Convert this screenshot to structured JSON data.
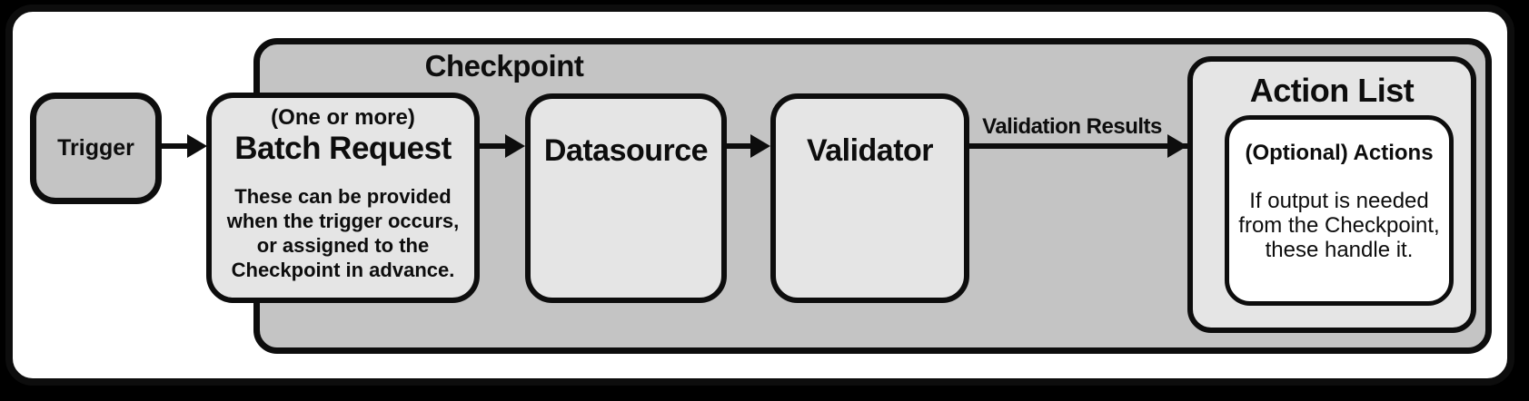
{
  "diagram": {
    "trigger": {
      "label": "Trigger"
    },
    "checkpoint": {
      "title": "Checkpoint",
      "batch_request": {
        "qualifier": "(One or more)",
        "title": "Batch Request",
        "note_lines": [
          "These can be provided",
          "when the trigger occurs,",
          "or assigned to the",
          "Checkpoint in advance."
        ]
      },
      "datasource": {
        "title": "Datasource"
      },
      "validator": {
        "title": "Validator"
      },
      "action_list": {
        "title": "Action List",
        "optional_actions": {
          "title": "(Optional) Actions",
          "note_lines": [
            "If output is needed",
            "from the Checkpoint,",
            "these handle it."
          ]
        }
      }
    },
    "edges": {
      "validator_to_action_list": {
        "label": "Validation Results"
      }
    },
    "colors": {
      "container_fill": "#c4c4c4",
      "node_fill": "#e5e5e5",
      "leaf_fill": "#ffffff",
      "stroke": "#0d0d0d"
    }
  }
}
